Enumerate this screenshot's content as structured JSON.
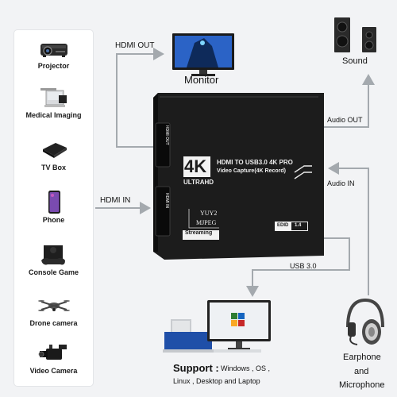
{
  "devices": [
    {
      "label": "Projector",
      "icon": "projector-icon"
    },
    {
      "label": "Medical Imaging",
      "icon": "medical-imaging-icon"
    },
    {
      "label": "TV Box",
      "icon": "tv-box-icon"
    },
    {
      "label": "Phone",
      "icon": "phone-icon"
    },
    {
      "label": "Console Game",
      "icon": "console-icon"
    },
    {
      "label": "Drone camera",
      "icon": "drone-icon"
    },
    {
      "label": "Video Camera",
      "icon": "video-camera-icon"
    }
  ],
  "connections": {
    "hdmi_out": "HDMI OUT",
    "hdmi_in": "HDMI IN",
    "audio_out": "Audio OUT",
    "audio_in": "Audio IN",
    "usb": "USB 3.0"
  },
  "outputs": {
    "monitor": "Monitor",
    "sound": "Sound",
    "earphone": [
      "Earphone",
      "and",
      "Microphone"
    ]
  },
  "device_box": {
    "badge_4k": "4K",
    "ultra_hd": "ULTRAHD",
    "title": "HDMI TO USB3.0 4K PRO",
    "subtitle": "Video Capture(4K Record)",
    "yuy2": "YUY2",
    "mjpeg": "MJPEG",
    "streaming": "Streaming",
    "edid": "EDID",
    "edid_version": "1.4",
    "port_out_label": "HDMI OUT",
    "port_in_label": "HDMI IN"
  },
  "support": {
    "heading": "Support :",
    "line1": "Windows , OS ,",
    "line2": "Linux , Desktop and Laptop"
  },
  "colors": {
    "arrow": "#a4a9ae",
    "box_body": "#1c1c1c",
    "monitor_screen": "#2b63c6"
  }
}
